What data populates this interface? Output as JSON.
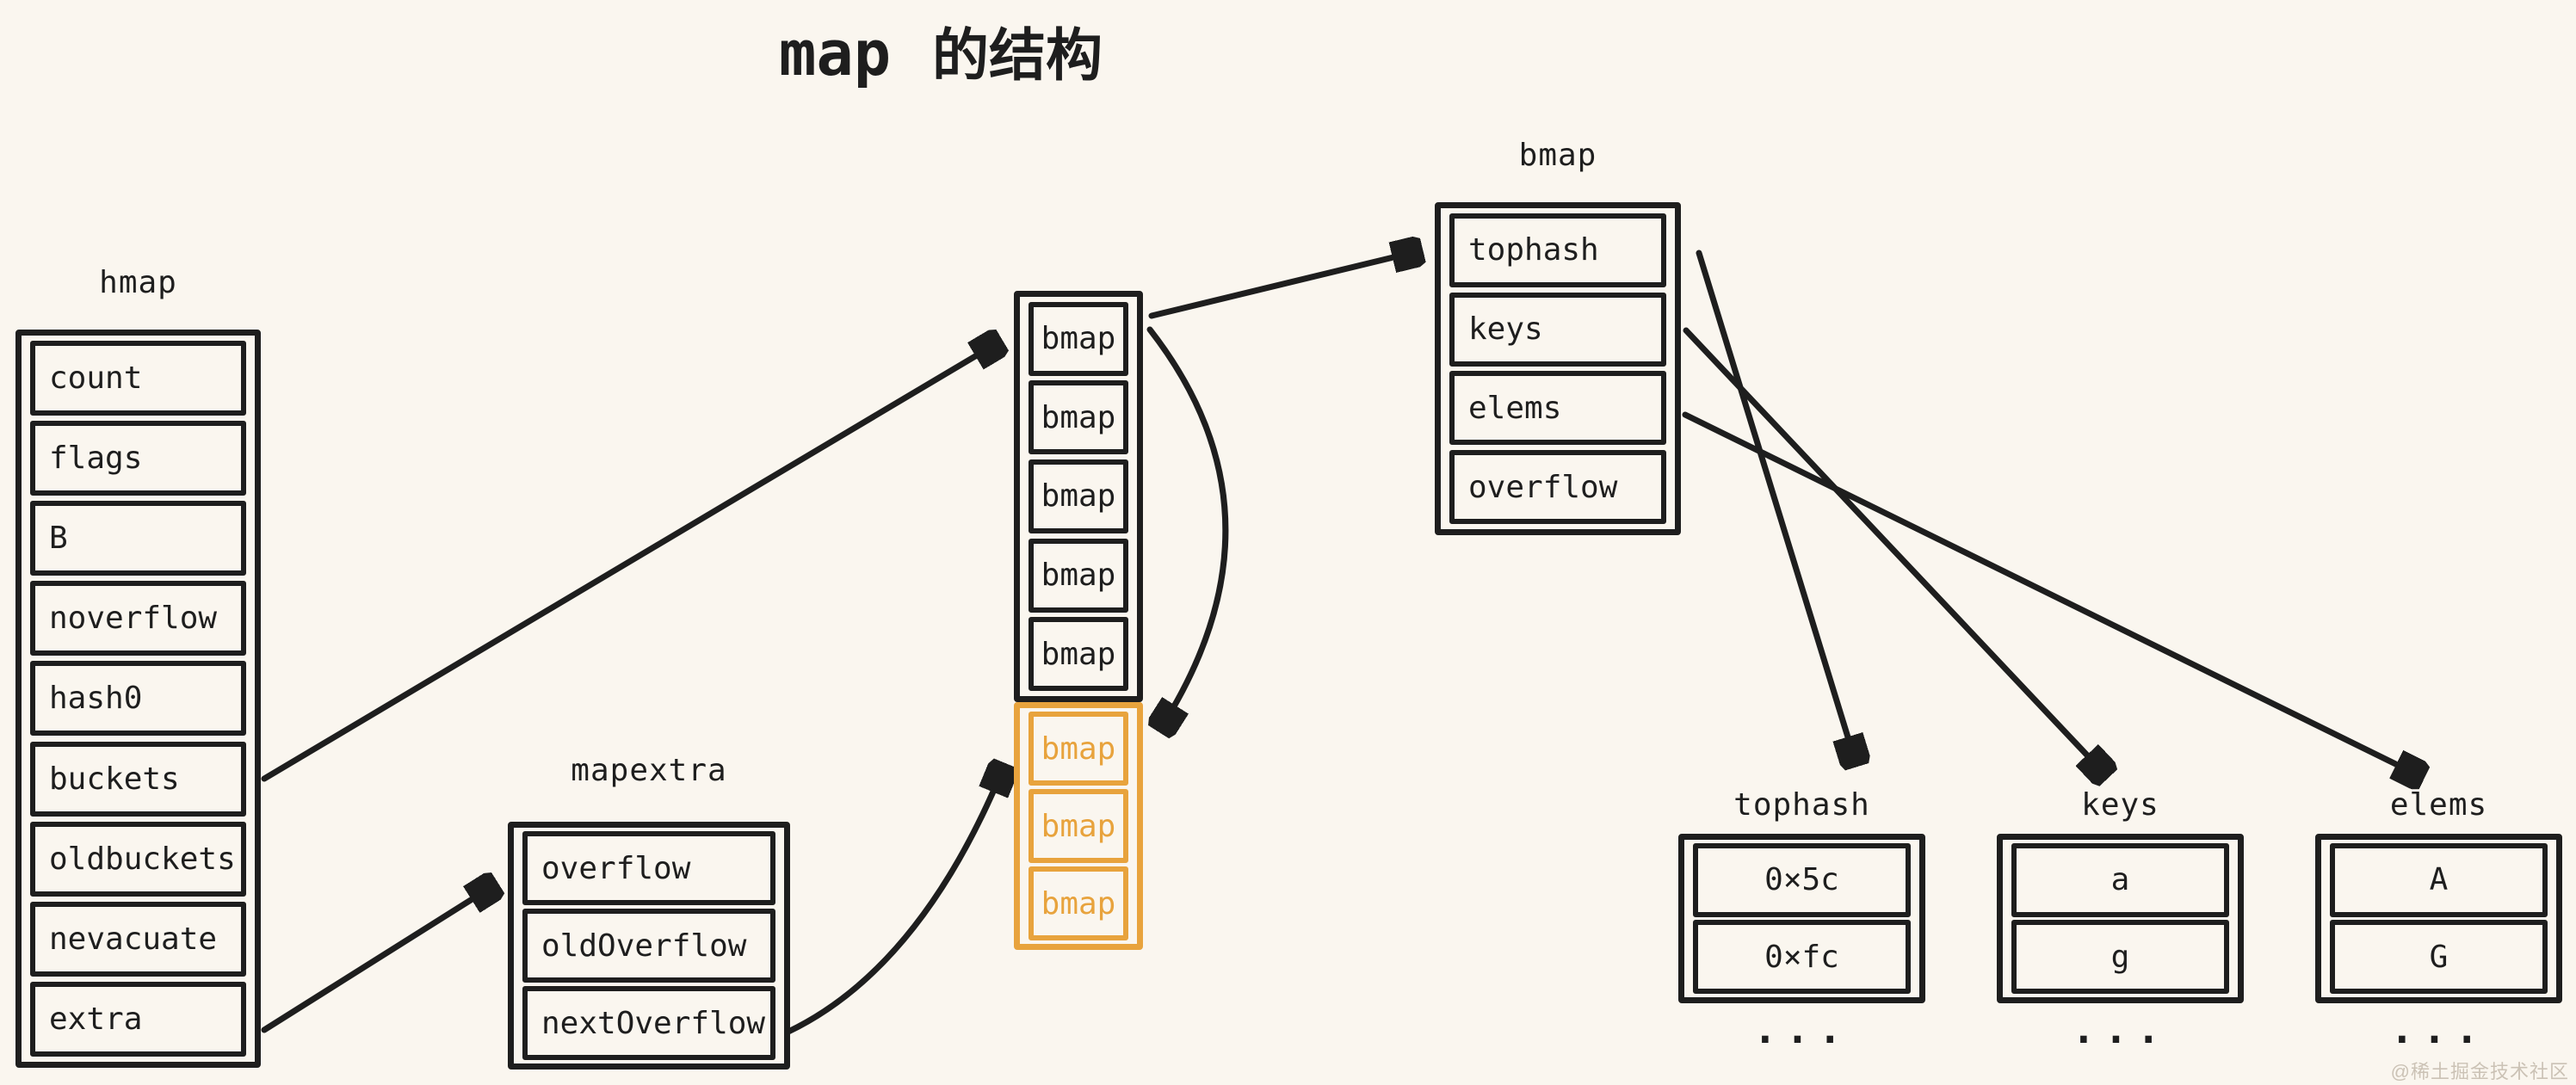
{
  "title": {
    "code": "map",
    "suffix": "的结构"
  },
  "hmap": {
    "label": "hmap",
    "fields": [
      "count",
      "flags",
      "B",
      "noverflow",
      "hash0",
      "buckets",
      "oldbuckets",
      "nevacuate",
      "extra"
    ]
  },
  "mapextra": {
    "label": "mapextra",
    "fields": [
      "overflow",
      "oldOverflow",
      "nextOverflow"
    ]
  },
  "bucket_array": {
    "cells": [
      "bmap",
      "bmap",
      "bmap",
      "bmap",
      "bmap",
      "bmap",
      "bmap",
      "bmap"
    ],
    "normal_count": 5,
    "overflow_count": 3
  },
  "bmap_struct": {
    "label": "bmap",
    "fields": [
      "tophash",
      "keys",
      "elems",
      "overflow"
    ]
  },
  "columns": {
    "tophash": {
      "label": "tophash",
      "values": [
        "0×5c",
        "0×fc"
      ],
      "ellipsis": "..."
    },
    "keys": {
      "label": "keys",
      "values": [
        "a",
        "g"
      ],
      "ellipsis": "..."
    },
    "elems": {
      "label": "elems",
      "values": [
        "A",
        "G"
      ],
      "ellipsis": "..."
    }
  },
  "edges": [
    {
      "from": "hmap.buckets",
      "to": "bucket-array.cell-1"
    },
    {
      "from": "hmap.extra",
      "to": "mapextra.overflow"
    },
    {
      "from": "mapextra.nextOverflow",
      "to": "bucket-array.overflow-cell-1"
    },
    {
      "from": "bucket-array.cell-1",
      "to": "bmap-struct.tophash"
    },
    {
      "from": "bucket-array.cell-1",
      "to": "bucket-array.overflow-cell-1"
    },
    {
      "from": "bmap-struct.tophash",
      "to": "column-tophash"
    },
    {
      "from": "bmap-struct.keys",
      "to": "column-keys"
    },
    {
      "from": "bmap-struct.elems",
      "to": "column-elems"
    }
  ],
  "watermark": "@稀土掘金技术社区",
  "colors": {
    "background": "#FAF6EF",
    "stroke": "#1E1E1E",
    "highlight_orange": "#E8A33D",
    "watermark_gray": "#CBC2B5"
  }
}
